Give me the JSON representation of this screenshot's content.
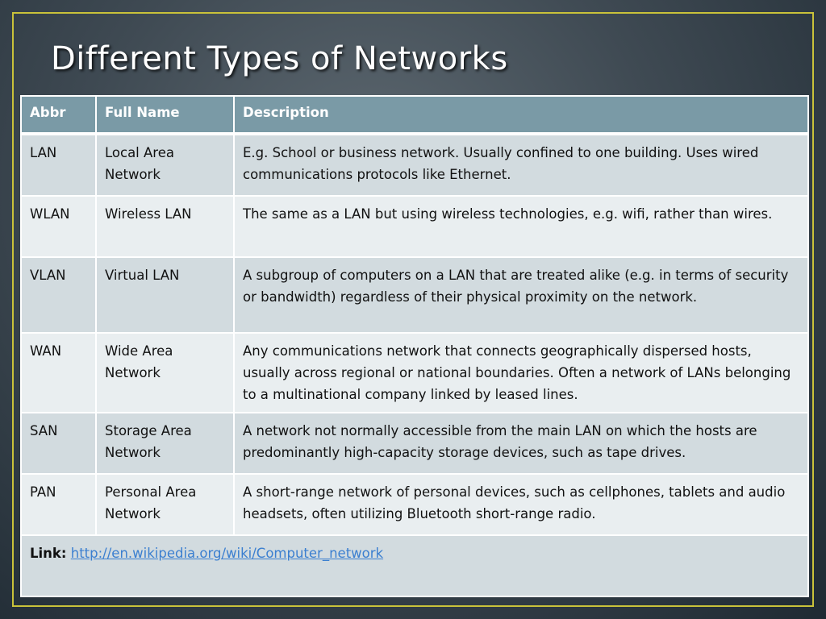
{
  "slide": {
    "title": "Different Types of Networks"
  },
  "table": {
    "headers": [
      "Abbr",
      "Full Name",
      "Description"
    ],
    "rows": [
      {
        "abbr": "LAN",
        "full_name": "Local Area Network",
        "description": "E.g. School or business network. Usually confined to one building. Uses wired communications protocols like Ethernet."
      },
      {
        "abbr": "WLAN",
        "full_name": "Wireless LAN",
        "description": "The same as a LAN but using wireless technologies, e.g. wifi, rather than wires."
      },
      {
        "abbr": "VLAN",
        "full_name": "Virtual LAN",
        "description": "A subgroup of computers on a LAN that are treated alike (e.g. in terms of security or bandwidth) regardless of their physical proximity on the network."
      },
      {
        "abbr": "WAN",
        "full_name": "Wide Area Network",
        "description": "Any communications network that connects geographically dispersed hosts, usually across regional or national boundaries. Often a network of LANs belonging to a multinational company linked by leased lines."
      },
      {
        "abbr": "SAN",
        "full_name": "Storage Area Network",
        "description": "A network not normally accessible from the main LAN on which the hosts are predominantly high-capacity storage devices, such as tape drives."
      },
      {
        "abbr": "PAN",
        "full_name": "Personal Area Network",
        "description": "A short-range network of personal devices, such as cellphones, tablets and audio headsets, often utilizing Bluetooth short-range radio."
      }
    ],
    "footer": {
      "link_label": "Link:",
      "link_url": "http://en.wikipedia.org/wiki/Computer_network"
    }
  },
  "colors": {
    "frame_border": "#c9c23a",
    "header_bg": "#7a9aa6",
    "row_odd_bg": "#d2dbdf",
    "row_even_bg": "#e9eef0",
    "link": "#3b7fd0"
  }
}
